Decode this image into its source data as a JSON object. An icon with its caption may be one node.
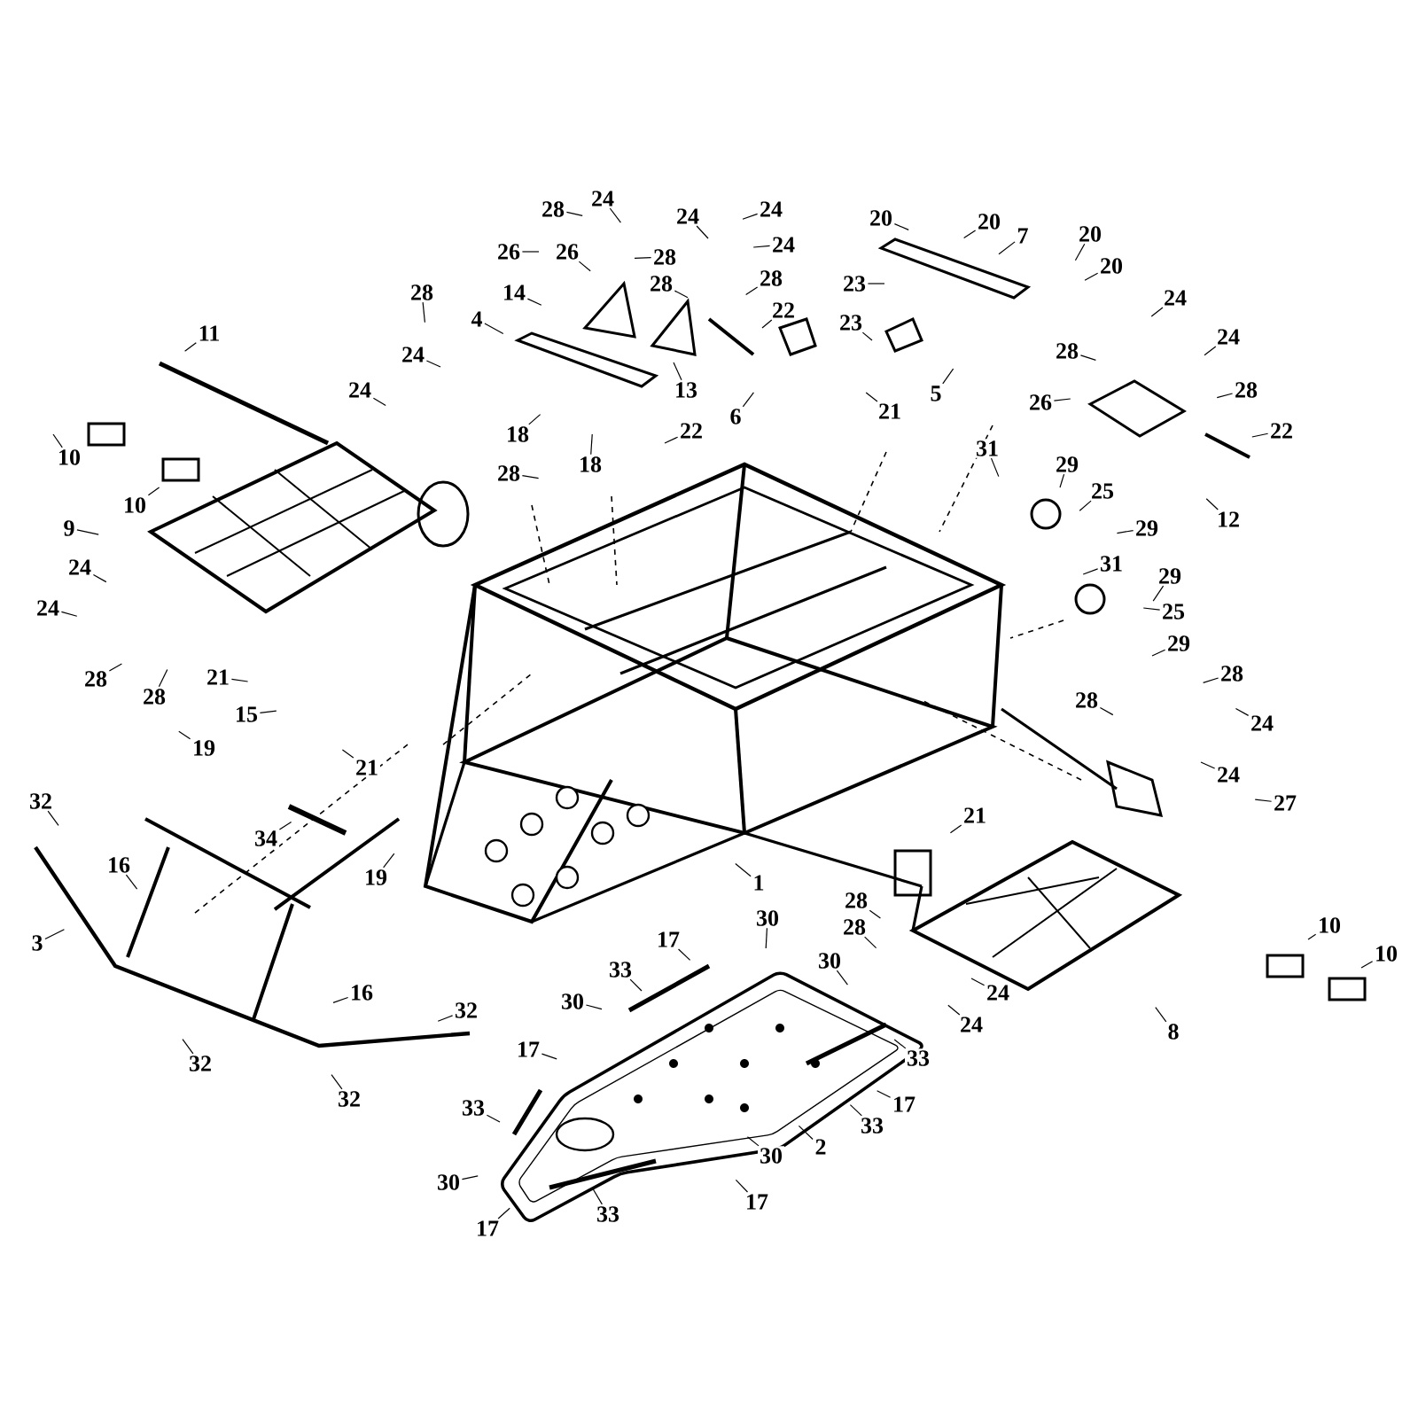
{
  "diagram": {
    "nodes": [
      {
        "text": [
          "28"
        ]
      },
      {
        "text": [
          "24"
        ]
      },
      {
        "text": [
          "24"
        ]
      },
      {
        "text": [
          "28"
        ]
      },
      {
        "text": [
          "26"
        ]
      },
      {
        "text": [
          "26"
        ]
      },
      {
        "text": [
          "14"
        ]
      },
      {
        "text": [
          "28"
        ]
      },
      {
        "text": [
          "24"
        ]
      },
      {
        "text": [
          "24"
        ]
      },
      {
        "text": [
          "28"
        ]
      },
      {
        "text": [
          "22"
        ]
      },
      {
        "text": [
          "20"
        ]
      },
      {
        "text": [
          "20"
        ]
      },
      {
        "text": [
          "7"
        ]
      },
      {
        "text": [
          "20"
        ]
      },
      {
        "text": [
          "20"
        ]
      },
      {
        "text": [
          "23"
        ]
      },
      {
        "text": [
          "23"
        ]
      },
      {
        "text": [
          "5"
        ]
      },
      {
        "text": [
          "6"
        ]
      },
      {
        "text": [
          "21"
        ]
      },
      {
        "text": [
          "28"
        ]
      },
      {
        "text": [
          "4"
        ]
      },
      {
        "text": [
          "24"
        ]
      },
      {
        "text": [
          "24"
        ]
      },
      {
        "text": [
          "13"
        ]
      },
      {
        "text": [
          "22"
        ]
      },
      {
        "text": [
          "18"
        ]
      },
      {
        "text": [
          "18"
        ]
      },
      {
        "text": [
          "28"
        ]
      },
      {
        "text": [
          "11"
        ]
      },
      {
        "text": [
          "24"
        ]
      },
      {
        "text": [
          "24"
        ]
      },
      {
        "text": [
          "28"
        ]
      },
      {
        "text": [
          "28"
        ]
      },
      {
        "text": [
          "26"
        ]
      },
      {
        "text": [
          "22"
        ]
      },
      {
        "text": [
          "10"
        ]
      },
      {
        "text": [
          "10"
        ]
      },
      {
        "text": [
          "31"
        ]
      },
      {
        "text": [
          "29"
        ]
      },
      {
        "text": [
          "25"
        ]
      },
      {
        "text": [
          "12"
        ]
      },
      {
        "text": [
          "9"
        ]
      },
      {
        "text": [
          "29"
        ]
      },
      {
        "text": [
          "31"
        ]
      },
      {
        "text": [
          "24"
        ]
      },
      {
        "text": [
          "29"
        ]
      },
      {
        "text": [
          "25"
        ]
      },
      {
        "text": [
          "24"
        ]
      },
      {
        "text": [
          "29"
        ]
      },
      {
        "text": [
          "28"
        ]
      },
      {
        "text": [
          "21"
        ]
      },
      {
        "text": [
          "28"
        ]
      },
      {
        "text": [
          "28"
        ]
      },
      {
        "text": [
          "28"
        ]
      },
      {
        "text": [
          "15"
        ]
      },
      {
        "text": [
          "24"
        ]
      },
      {
        "text": [
          "19"
        ]
      },
      {
        "text": [
          "21"
        ]
      },
      {
        "text": [
          "24"
        ]
      },
      {
        "text": [
          "32"
        ]
      },
      {
        "text": [
          "27"
        ]
      },
      {
        "text": [
          "21"
        ]
      },
      {
        "text": [
          "34"
        ]
      },
      {
        "text": [
          "16"
        ]
      },
      {
        "text": [
          "19"
        ]
      },
      {
        "text": [
          "1"
        ]
      },
      {
        "text": [
          "28"
        ]
      },
      {
        "text": [
          "28"
        ]
      },
      {
        "text": [
          "17"
        ]
      },
      {
        "text": [
          "30"
        ]
      },
      {
        "text": [
          "3"
        ]
      },
      {
        "text": [
          "33"
        ]
      },
      {
        "text": [
          "30"
        ]
      },
      {
        "text": [
          "16"
        ]
      },
      {
        "text": [
          "24"
        ]
      },
      {
        "text": [
          "30"
        ]
      },
      {
        "text": [
          "32"
        ]
      },
      {
        "text": [
          "24"
        ]
      },
      {
        "text": [
          "8"
        ]
      },
      {
        "text": [
          "17"
        ]
      },
      {
        "text": [
          "33"
        ]
      },
      {
        "text": [
          "32"
        ]
      },
      {
        "text": [
          "32"
        ]
      },
      {
        "text": [
          "17"
        ]
      },
      {
        "text": [
          "33"
        ]
      },
      {
        "text": [
          "33"
        ]
      },
      {
        "text": [
          "2"
        ]
      },
      {
        "text": [
          "30"
        ]
      },
      {
        "text": [
          "30"
        ]
      },
      {
        "text": [
          "33"
        ]
      },
      {
        "text": [
          "17"
        ]
      },
      {
        "text": [
          "17"
        ]
      },
      {
        "text": [
          "10"
        ]
      },
      {
        "text": [
          "10"
        ]
      }
    ],
    "edges": [
      {
        "from": 0,
        "to": null,
        "arrow": "none"
      },
      {
        "from": 1,
        "to": null,
        "arrow": "none"
      },
      {
        "from": 2,
        "to": null,
        "arrow": "none"
      },
      {
        "from": 3,
        "to": null,
        "arrow": "none"
      },
      {
        "from": 4,
        "to": null,
        "arrow": "none"
      },
      {
        "from": 5,
        "to": null,
        "arrow": "none"
      },
      {
        "from": 6,
        "to": null,
        "arrow": "none"
      },
      {
        "from": 7,
        "to": null,
        "arrow": "none"
      },
      {
        "from": 8,
        "to": null,
        "arrow": "none"
      },
      {
        "from": 9,
        "to": null,
        "arrow": "none"
      },
      {
        "from": 10,
        "to": null,
        "arrow": "none"
      },
      {
        "from": 11,
        "to": null,
        "arrow": "none"
      },
      {
        "from": 12,
        "to": null,
        "arrow": "none"
      },
      {
        "from": 13,
        "to": null,
        "arrow": "none"
      },
      {
        "from": 14,
        "to": null,
        "arrow": "none"
      },
      {
        "from": 15,
        "to": null,
        "arrow": "none"
      },
      {
        "from": 16,
        "to": null,
        "arrow": "none"
      },
      {
        "from": 17,
        "to": null,
        "arrow": "none"
      },
      {
        "from": 18,
        "to": null,
        "arrow": "none"
      },
      {
        "from": 19,
        "to": null,
        "arrow": "none"
      },
      {
        "from": 20,
        "to": null,
        "arrow": "none"
      },
      {
        "from": 21,
        "to": null,
        "arrow": "none"
      },
      {
        "from": 22,
        "to": null,
        "arrow": "none"
      },
      {
        "from": 23,
        "to": null,
        "arrow": "none"
      },
      {
        "from": 24,
        "to": null,
        "arrow": "none"
      },
      {
        "from": 25,
        "to": null,
        "arrow": "none"
      },
      {
        "from": 26,
        "to": null,
        "arrow": "none"
      },
      {
        "from": 27,
        "to": null,
        "arrow": "none"
      },
      {
        "from": 28,
        "to": null,
        "arrow": "none"
      },
      {
        "from": 29,
        "to": null,
        "arrow": "none"
      },
      {
        "from": 30,
        "to": null,
        "arrow": "none"
      },
      {
        "from": 31,
        "to": null,
        "arrow": "none"
      },
      {
        "from": 32,
        "to": null,
        "arrow": "none"
      },
      {
        "from": 33,
        "to": null,
        "arrow": "none"
      },
      {
        "from": 34,
        "to": null,
        "arrow": "none"
      },
      {
        "from": 35,
        "to": null,
        "arrow": "none"
      },
      {
        "from": 36,
        "to": null,
        "arrow": "none"
      },
      {
        "from": 37,
        "to": null,
        "arrow": "none"
      },
      {
        "from": 38,
        "to": null,
        "arrow": "none"
      },
      {
        "from": 39,
        "to": null,
        "arrow": "none"
      },
      {
        "from": 40,
        "to": null,
        "arrow": "none"
      },
      {
        "from": 41,
        "to": null,
        "arrow": "none"
      },
      {
        "from": 42,
        "to": null,
        "arrow": "none"
      },
      {
        "from": 43,
        "to": null,
        "arrow": "none"
      },
      {
        "from": 44,
        "to": null,
        "arrow": "none"
      },
      {
        "from": 45,
        "to": null,
        "arrow": "none"
      },
      {
        "from": 46,
        "to": null,
        "arrow": "none"
      },
      {
        "from": 47,
        "to": null,
        "arrow": "none"
      },
      {
        "from": 48,
        "to": null,
        "arrow": "none"
      },
      {
        "from": 49,
        "to": null,
        "arrow": "none"
      },
      {
        "from": 50,
        "to": null,
        "arrow": "none"
      },
      {
        "from": 51,
        "to": null,
        "arrow": "none"
      },
      {
        "from": 52,
        "to": null,
        "arrow": "none"
      },
      {
        "from": 53,
        "to": null,
        "arrow": "none"
      },
      {
        "from": 54,
        "to": null,
        "arrow": "none"
      },
      {
        "from": 55,
        "to": null,
        "arrow": "none"
      },
      {
        "from": 56,
        "to": null,
        "arrow": "none"
      },
      {
        "from": 57,
        "to": null,
        "arrow": "none"
      },
      {
        "from": 58,
        "to": null,
        "arrow": "none"
      },
      {
        "from": 59,
        "to": null,
        "arrow": "none"
      },
      {
        "from": 60,
        "to": null,
        "arrow": "none"
      },
      {
        "from": 61,
        "to": null,
        "arrow": "none"
      },
      {
        "from": 62,
        "to": null,
        "arrow": "none"
      },
      {
        "from": 63,
        "to": null,
        "arrow": "none"
      },
      {
        "from": 64,
        "to": null,
        "arrow": "none"
      },
      {
        "from": 65,
        "to": null,
        "arrow": "none"
      },
      {
        "from": 66,
        "to": null,
        "arrow": "none"
      },
      {
        "from": 67,
        "to": null,
        "arrow": "none"
      },
      {
        "from": 68,
        "to": null,
        "arrow": "none"
      },
      {
        "from": 69,
        "to": null,
        "arrow": "none"
      },
      {
        "from": 70,
        "to": null,
        "arrow": "none"
      },
      {
        "from": 71,
        "to": null,
        "arrow": "none"
      },
      {
        "from": 72,
        "to": null,
        "arrow": "none"
      },
      {
        "from": 73,
        "to": null,
        "arrow": "none"
      },
      {
        "from": 74,
        "to": null,
        "arrow": "none"
      },
      {
        "from": 75,
        "to": null,
        "arrow": "none"
      },
      {
        "from": 76,
        "to": null,
        "arrow": "none"
      },
      {
        "from": 77,
        "to": null,
        "arrow": "none"
      },
      {
        "from": 78,
        "to": null,
        "arrow": "none"
      },
      {
        "from": 79,
        "to": null,
        "arrow": "none"
      },
      {
        "from": 80,
        "to": null,
        "arrow": "none"
      },
      {
        "from": 81,
        "to": null,
        "arrow": "none"
      },
      {
        "from": 82,
        "to": null,
        "arrow": "none"
      },
      {
        "from": 83,
        "to": null,
        "arrow": "none"
      },
      {
        "from": 84,
        "to": null,
        "arrow": "none"
      },
      {
        "from": 85,
        "to": null,
        "arrow": "none"
      },
      {
        "from": 86,
        "to": null,
        "arrow": "none"
      },
      {
        "from": 87,
        "to": null,
        "arrow": "none"
      },
      {
        "from": 88,
        "to": null,
        "arrow": "none"
      },
      {
        "from": 89,
        "to": null,
        "arrow": "none"
      },
      {
        "from": 90,
        "to": null,
        "arrow": "none"
      },
      {
        "from": 91,
        "to": null,
        "arrow": "none"
      },
      {
        "from": 92,
        "to": null,
        "arrow": "none"
      },
      {
        "from": 93,
        "to": null,
        "arrow": "none"
      },
      {
        "from": 94,
        "to": null,
        "arrow": "none"
      },
      {
        "from": 95,
        "to": null,
        "arrow": "none"
      },
      {
        "from": 96,
        "to": null,
        "arrow": "none"
      }
    ]
  }
}
